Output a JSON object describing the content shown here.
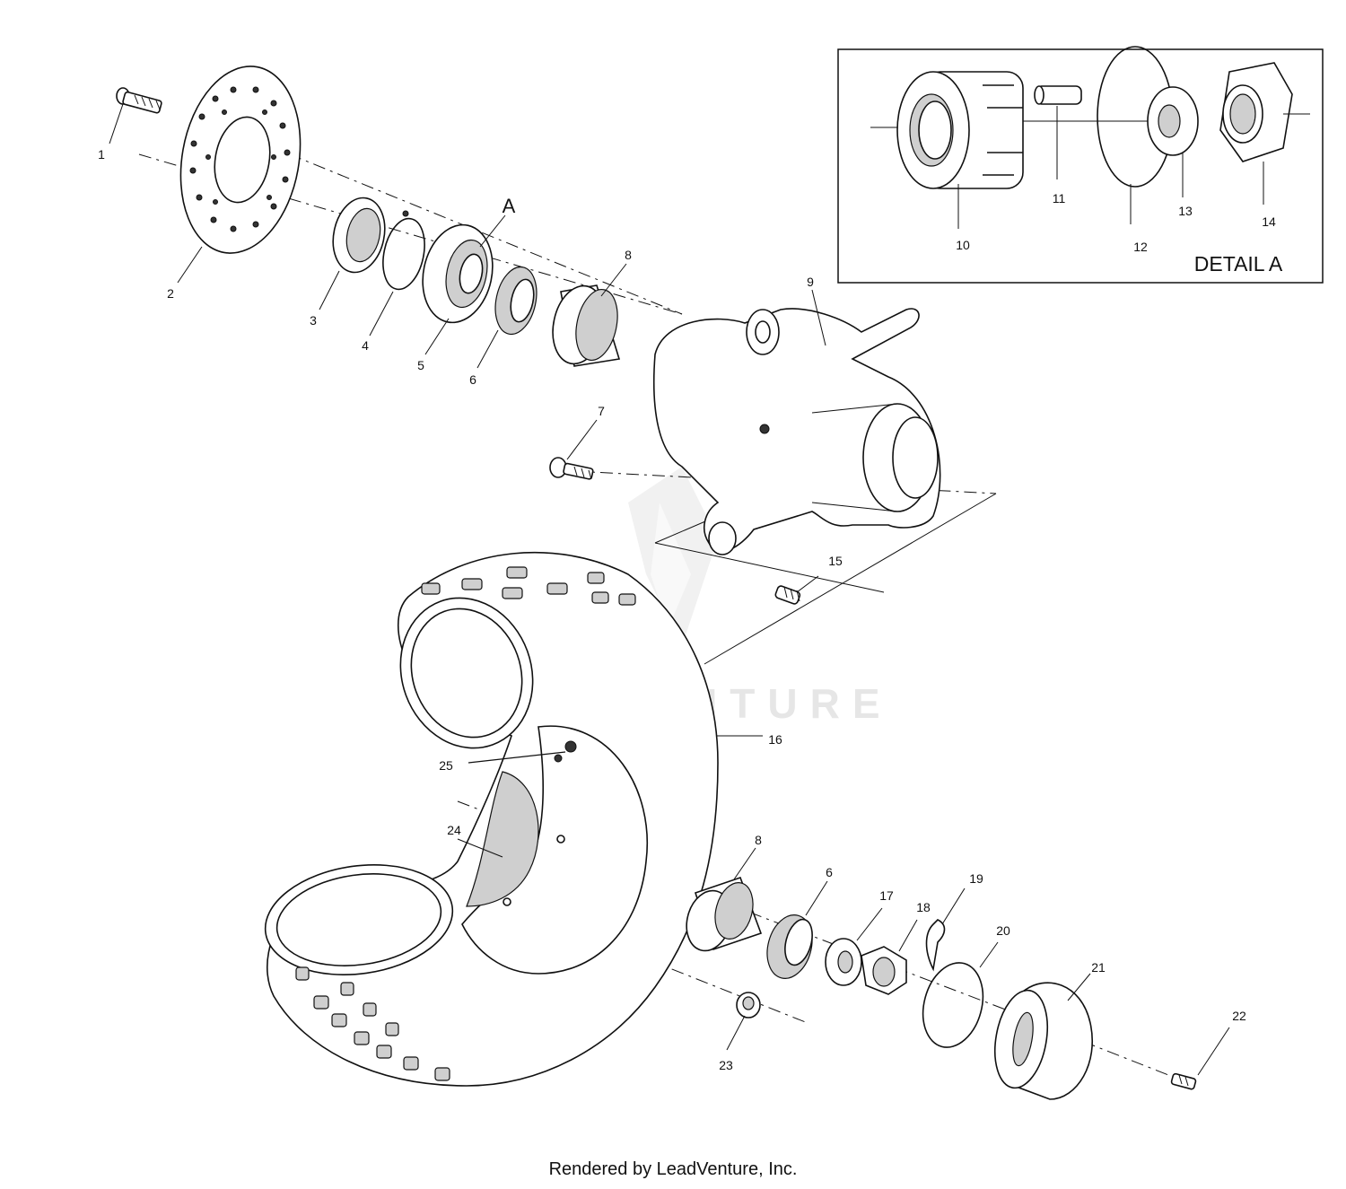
{
  "detail": {
    "title": "DETAIL A",
    "marker": "A"
  },
  "callouts": [
    "1",
    "2",
    "3",
    "4",
    "5",
    "6",
    "8",
    "9",
    "7",
    "15",
    "10",
    "11",
    "12",
    "13",
    "14",
    "16",
    "25",
    "24",
    "8",
    "6",
    "17",
    "18",
    "19",
    "20",
    "21",
    "22",
    "23"
  ],
  "watermark": "LEADVENTURE",
  "footer": "Rendered by LeadVenture, Inc."
}
